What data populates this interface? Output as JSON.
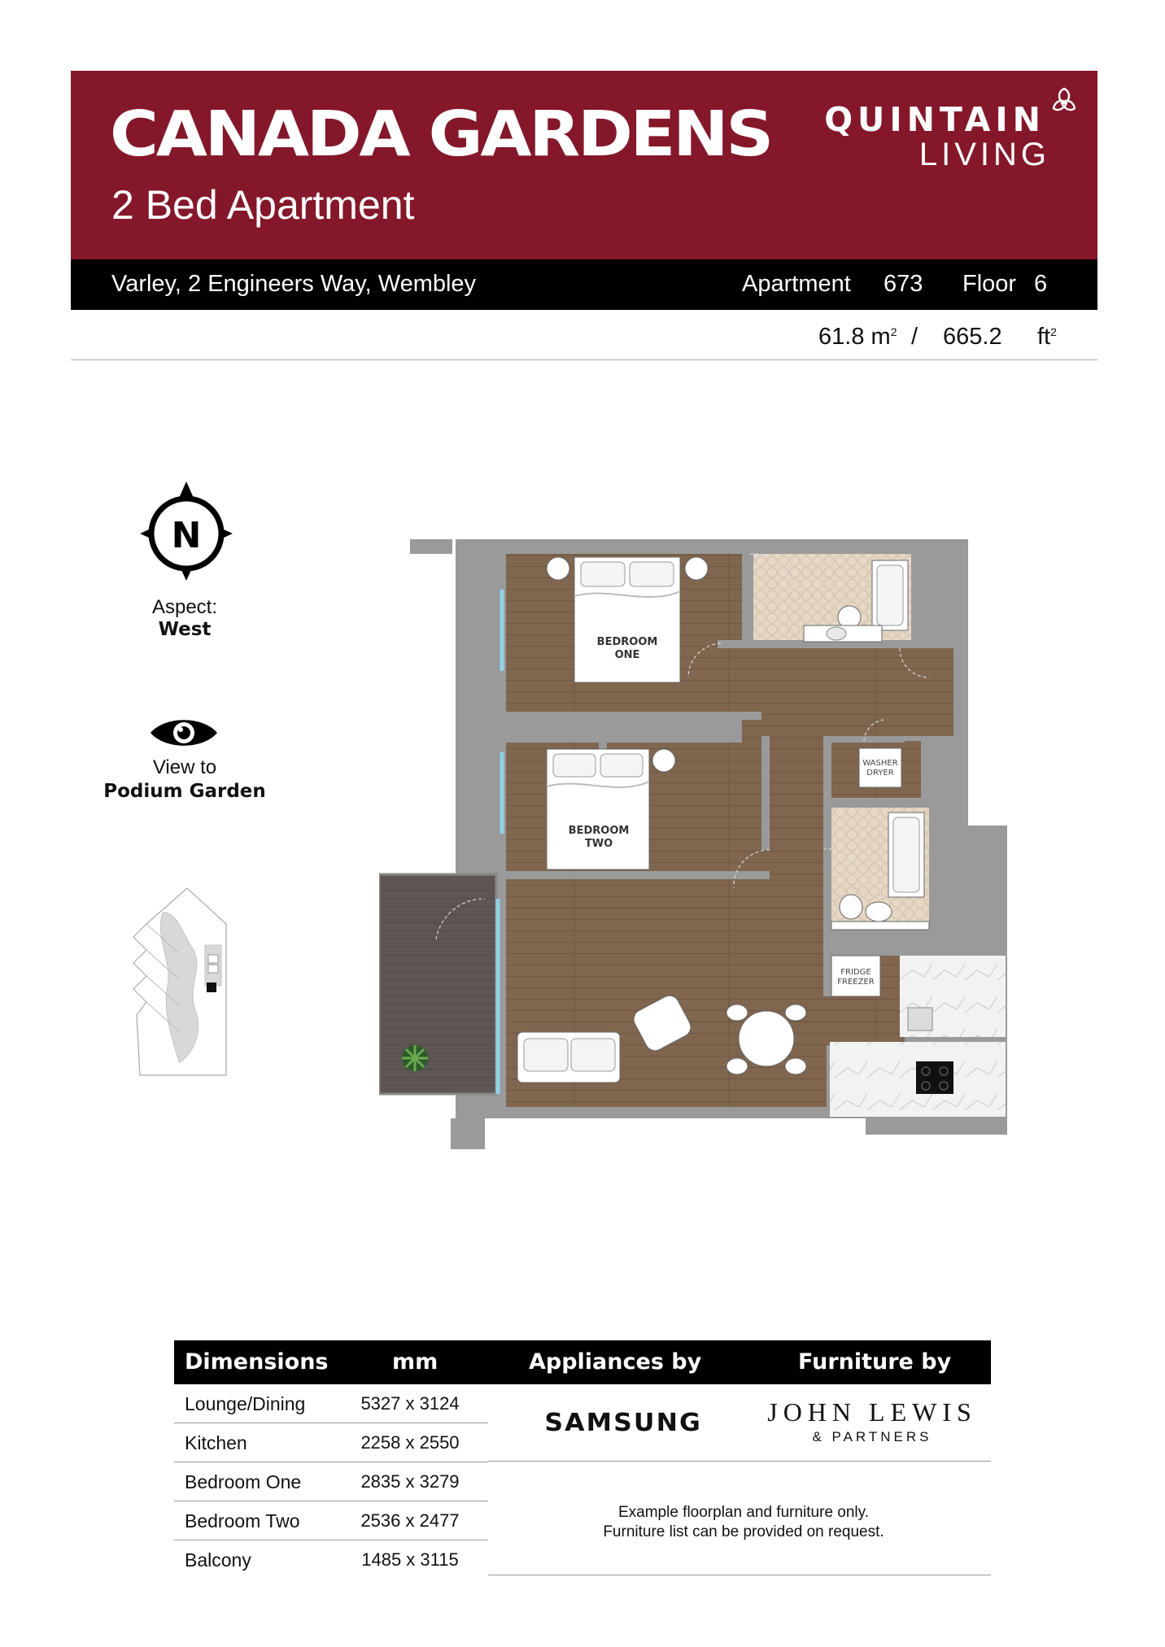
{
  "header": {
    "title": "CANADA GARDENS",
    "subtitle": "2 Bed Apartment",
    "brand_line1": "QUINTAIN",
    "brand_line2": "LIVING",
    "brand_color": "#84182a"
  },
  "address_bar": {
    "address": "Varley, 2 Engineers Way, Wembley",
    "apartment_label": "Apartment",
    "apartment_number": "673",
    "floor_label": "Floor",
    "floor_number": "6"
  },
  "area": {
    "sqm": "61.8",
    "sqm_unit": "m",
    "separator": "/",
    "sqft": "665.2",
    "sqft_unit": "ft"
  },
  "orientation": {
    "compass_letter": "N",
    "aspect_label": "Aspect:",
    "aspect_value": "West",
    "view_label": "View to",
    "view_value": "Podium Garden"
  },
  "plan": {
    "rooms": {
      "bedroom_one_l1": "BEDROOM",
      "bedroom_one_l2": "ONE",
      "bedroom_two_l1": "BEDROOM",
      "bedroom_two_l2": "TWO"
    },
    "appliances": {
      "washer_l1": "WASHER",
      "washer_l2": "DRYER",
      "fridge_l1": "FRIDGE",
      "fridge_l2": "FREEZER"
    },
    "colors": {
      "floor": "#80664f",
      "wall": "#9a9a9a",
      "balcony": "#5e5653",
      "tile": "#e6d8c5"
    }
  },
  "dimensions": {
    "headers": {
      "room": "Dimensions",
      "mm": "mm",
      "appliances": "Appliances by",
      "furniture": "Furniture by"
    },
    "rows": [
      {
        "room": "Lounge/Dining",
        "size": "5327 x 3124"
      },
      {
        "room": "Kitchen",
        "size": "2258 x 2550"
      },
      {
        "room": "Bedroom One",
        "size": "2835 x 3279"
      },
      {
        "room": "Bedroom Two",
        "size": "2536 x 2477"
      },
      {
        "room": "Balcony",
        "size": "1485 x 3115"
      }
    ],
    "appliance_brand": "SAMSUNG",
    "furniture_brand_l1": "JOHN LEWIS",
    "furniture_brand_l2": "& PARTNERS",
    "note_l1": "Example floorplan and furniture only.",
    "note_l2": "Furniture list can be provided on request."
  }
}
